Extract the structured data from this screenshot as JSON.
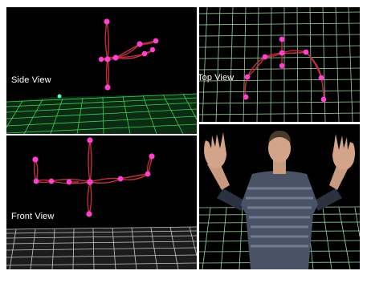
{
  "views": {
    "side": {
      "label": "Side View"
    },
    "top": {
      "label": "Top View"
    },
    "front": {
      "label": "Front View"
    }
  },
  "colors": {
    "joint": "#ff40d0",
    "bone": "#c0303a",
    "side_grid": "#39d35a",
    "top_grid": "#b8f0c0",
    "front_grid": "#c8c8c8",
    "video_grid": "#a8f0b8",
    "background": "#000000"
  },
  "icons": [
    "joint-marker",
    "wireframe-grid"
  ]
}
